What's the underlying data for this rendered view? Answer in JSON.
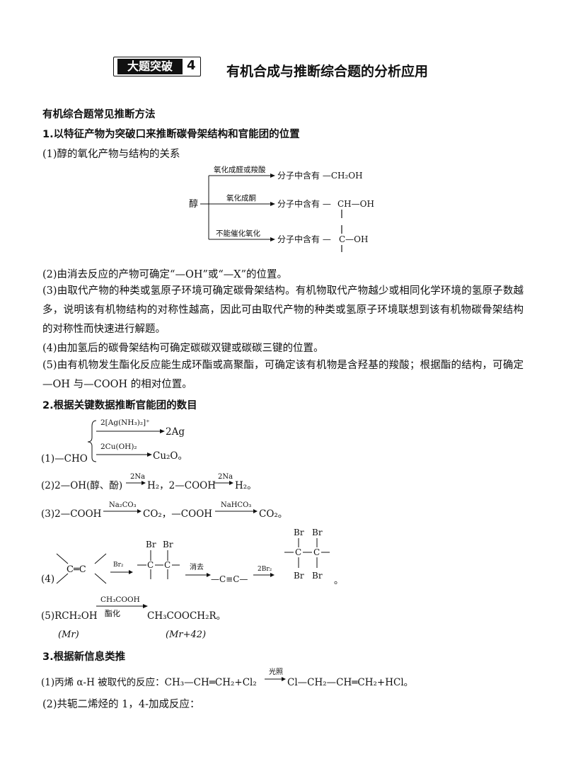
{
  "header": {
    "badge_label": "大题突破",
    "badge_number": "4",
    "title": "有机合成与推断综合题的分析应用"
  },
  "section_heading": "有机综合题常见推断方法",
  "part1": {
    "heading": "1.以特征产物为突破口来推断碳骨架结构和官能团的位置",
    "item1": "(1)醇的氧化产物与结构的关系",
    "scheme": {
      "reactant": "醇",
      "branch1_label": "氧化成醛或羧酸",
      "branch1_product": "分子中含有 —CH₂OH",
      "branch2_label": "氧化成酮",
      "branch2_prefix": "分子中含有 —",
      "branch2_group": "CH—OH",
      "branch3_label": "不能催化氧化",
      "branch3_prefix": "分子中含有 —",
      "branch3_group": "C—OH"
    },
    "item2": "(2)由消去反应的产物可确定“—OH”或“—X”的位置。",
    "item3": "(3)由取代产物的种类或氢原子环境可确定碳骨架结构。有机物取代产物越少或相同化学环境的氢原子数越多，说明该有机物结构的对称性越高，因此可由取代产物的种类或氢原子环境联想到该有机物碳骨架结构的对称性而快速进行解题。",
    "item4": "(4)由加氢后的碳骨架结构可确定碳碳双键或碳碳三键的位置。",
    "item5": "(5)由有机物发生酯化反应能生成环酯或高聚酯，可确定该有机物是含羟基的羧酸；根据酯的结构，可确定 —OH 与—COOH 的相对位置。"
  },
  "part2": {
    "heading": "2.根据关键数据推断官能团的数目",
    "r1": {
      "prefix": "(1)—CHO",
      "top_reagent": "2[Ag(NH₃)₂]⁺",
      "top_product": "2Ag",
      "bottom_reagent": "2Cu(OH)₂",
      "bottom_product": "Cu₂O。"
    },
    "r2": {
      "left": "(2)2—OH(醇、酚)",
      "reagent1": "2Na",
      "mid": "H₂，2—COOH",
      "reagent2": "2Na",
      "end": "H₂。"
    },
    "r3": {
      "left": "(3)2—COOH",
      "reagent1": "Na₂CO₃",
      "mid": "CO₂，—COOH",
      "reagent2": "NaHCO₃",
      "end": "CO₂。"
    },
    "r4": {
      "prefix": "(4)",
      "alkene": "C═C",
      "reagent1": "Br₂",
      "br": "Br",
      "c": "C",
      "reagent2": "消去",
      "alkyne": "—C≡C—",
      "reagent3": "2Br₂",
      "end": "。"
    },
    "r5": {
      "left": "(5)RCH₂OH",
      "reagent_top": "CH₃COOH",
      "reagent_bottom": "酯化",
      "right": "CH₃COOCH₂R。",
      "left_mass": "(Mr)",
      "right_mass": "(Mr+42)"
    }
  },
  "part3": {
    "heading": "3.根据新信息类推",
    "item1_left": "(1)丙烯 α-H 被取代的反应：CH₃—CH═CH₂+Cl₂",
    "item1_reagent": "光照",
    "item1_right": "Cl—CH₂—CH═CH₂+HCl。",
    "item2": "(2)共轭二烯烃的 1，4-加成反应："
  }
}
